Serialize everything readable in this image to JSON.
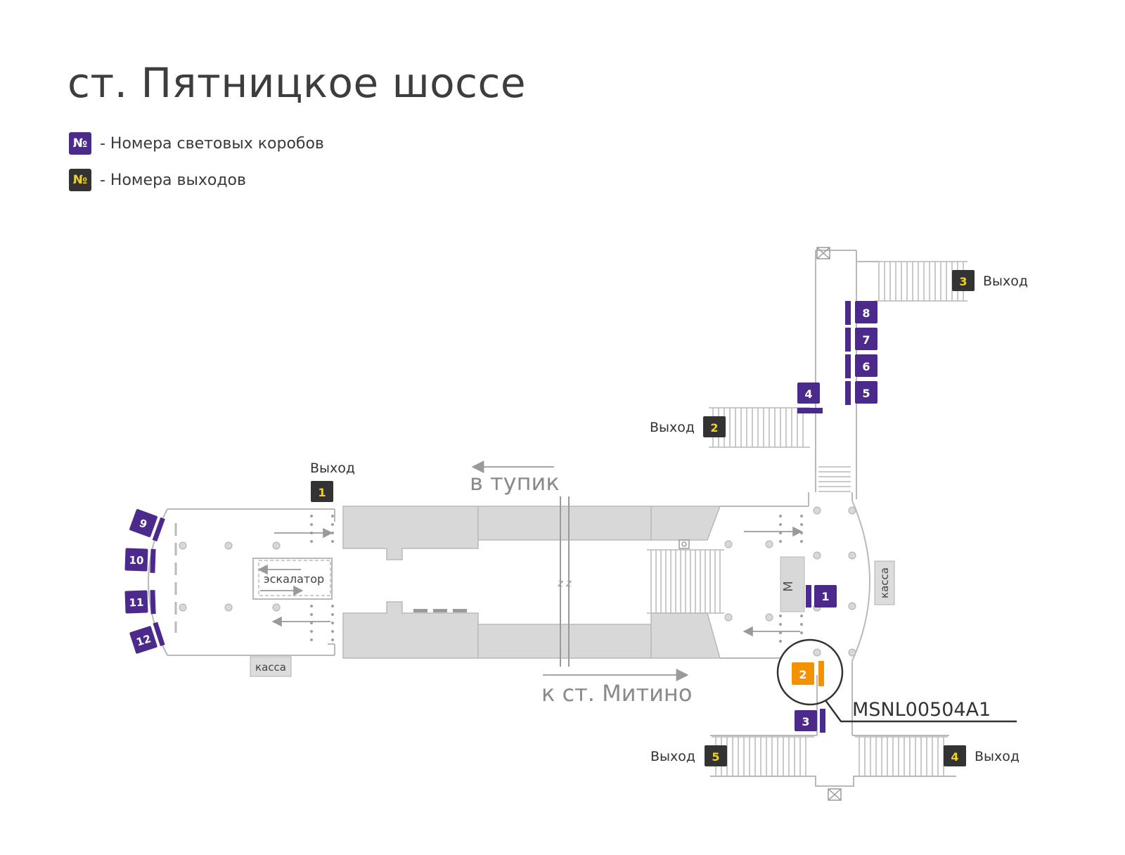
{
  "title": "ст. Пятницкое шоссе",
  "legend": [
    {
      "symbol": "№",
      "text": "- Номера световых коробов",
      "bg": "#4b2a8c",
      "fg": "#ffffff"
    },
    {
      "symbol": "№",
      "text": "- Номера выходов",
      "bg": "#333333",
      "fg": "#f2d21a"
    }
  ],
  "colors": {
    "lightbox": "#4b2a8c",
    "exit": "#333333",
    "exit_number": "#f2d21a",
    "highlight": "#f39200",
    "wall": "#b9b9b9",
    "block": "#d8d8d8",
    "arrow": "#9a9a9a"
  },
  "directions": {
    "dead_end": "в тупик",
    "to_station": "к ст. Митино"
  },
  "labels": {
    "escalator": "эскалатор",
    "cashier": "касса",
    "metro": "М",
    "exit": "Выход"
  },
  "highlight": {
    "number": "2",
    "code": "MSNL00504A1"
  },
  "exits": [
    "1",
    "2",
    "3",
    "4",
    "5"
  ],
  "lightboxes": [
    "1",
    "3",
    "4",
    "5",
    "6",
    "7",
    "8",
    "9",
    "10",
    "11",
    "12"
  ]
}
